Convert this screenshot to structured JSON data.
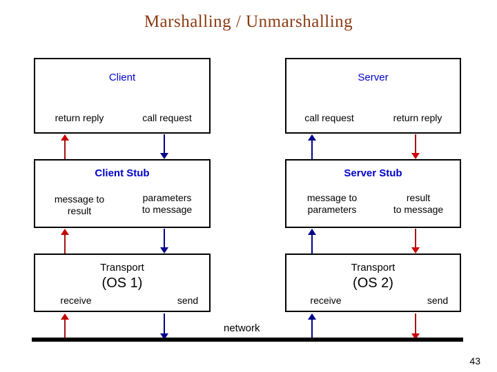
{
  "slide": {
    "title": "Marshalling / Unmarshalling",
    "title_color": "#8B3A12",
    "page_number": "43",
    "background": "#ffffff"
  },
  "colors": {
    "accent_title": "#8B3A12",
    "box_title_blue": "#0000CC",
    "text_black": "#000000",
    "arrow_red": "#CC0000",
    "arrow_blue": "#00008B",
    "box_border": "#000000"
  },
  "columns": [
    {
      "id": "client-side",
      "boxes": [
        {
          "id": "client",
          "title": "Client",
          "title_style": "blue",
          "left_label": "return reply",
          "right_label": "call request"
        },
        {
          "id": "client-stub",
          "title": "Client Stub",
          "title_style": "blue-bold",
          "left_label": "message to\nresult",
          "right_label": "parameters\nto message"
        },
        {
          "id": "transport-os1",
          "title": "Transport",
          "title_style": "black",
          "subtitle": "(OS 1)",
          "left_label": "receive",
          "right_label": "send"
        }
      ]
    },
    {
      "id": "server-side",
      "boxes": [
        {
          "id": "server",
          "title": "Server",
          "title_style": "blue",
          "left_label": "call request",
          "right_label": "return reply"
        },
        {
          "id": "server-stub",
          "title": "Server Stub",
          "title_style": "blue-bold",
          "left_label": "message to\nparameters",
          "right_label": "result\nto message"
        },
        {
          "id": "transport-os2",
          "title": "Transport",
          "title_style": "black",
          "subtitle": "(OS 2)",
          "left_label": "receive",
          "right_label": "send"
        }
      ]
    }
  ],
  "arrows": {
    "client_left_direction": "up",
    "client_left_color": "red",
    "client_right_direction": "down",
    "client_right_color": "blue",
    "server_left_direction": "up",
    "server_left_color": "blue",
    "server_right_direction": "down",
    "server_right_color": "red"
  },
  "network": {
    "label": "network"
  }
}
